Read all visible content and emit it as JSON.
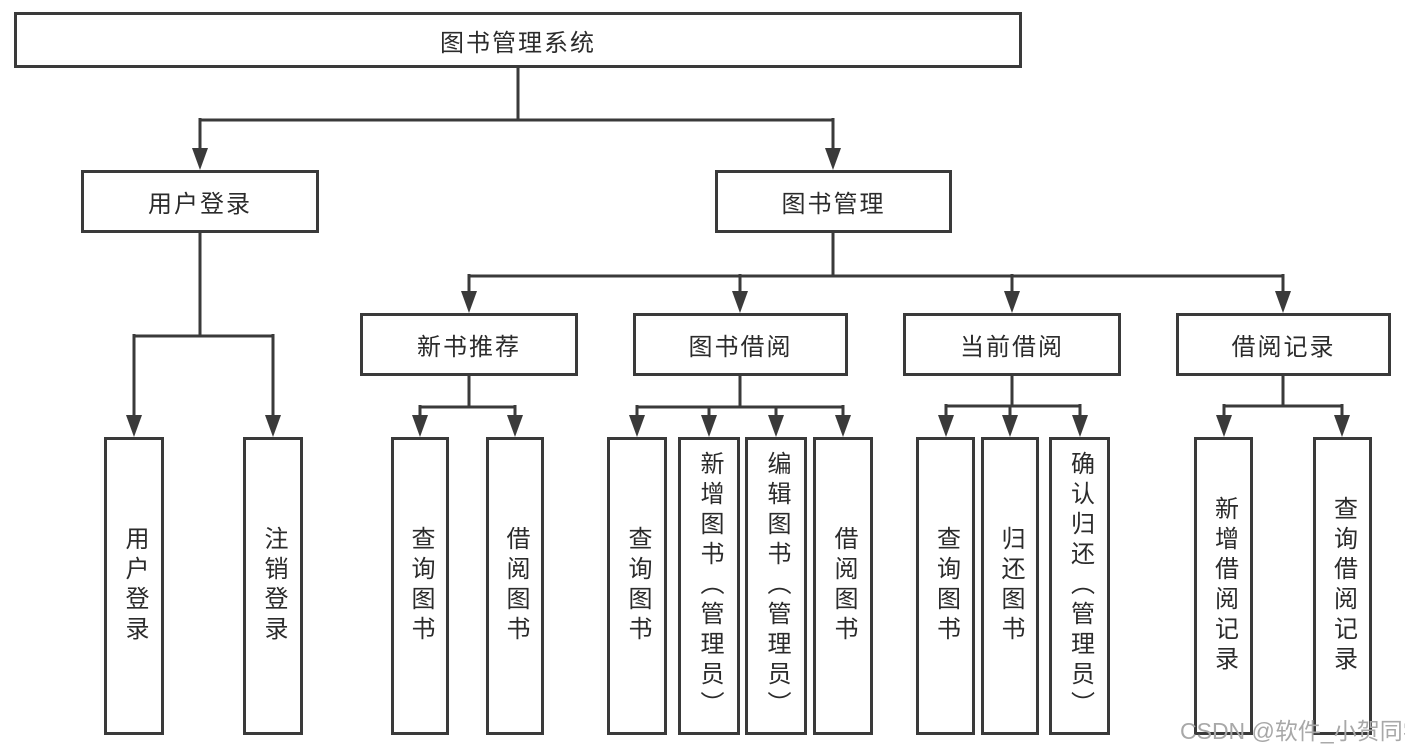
{
  "tree": {
    "root": "图书管理系统",
    "children": [
      {
        "label": "用户登录",
        "children": [
          "用户登录",
          "注销登录"
        ]
      },
      {
        "label": "图书管理",
        "children": [
          {
            "label": "新书推荐",
            "children": [
              "查询图书",
              "借阅图书"
            ]
          },
          {
            "label": "图书借阅",
            "children": [
              "查询图书",
              "新增图书（管理员）",
              "编辑图书（管理员）",
              "借阅图书"
            ]
          },
          {
            "label": "当前借阅",
            "children": [
              "查询图书",
              "归还图书",
              "确认归还（管理员）"
            ]
          },
          {
            "label": "借阅记录",
            "children": [
              "新增借阅记录",
              "查询借阅记录"
            ]
          }
        ]
      }
    ]
  },
  "watermark": {
    "text": "CSDN @软件_小贺同学"
  },
  "colors": {
    "line": "#3a3a3a",
    "box_border": "#3a3a3a",
    "box_fill": "#ffffff",
    "text": "#2b2b2b",
    "watermark": "#a8a8a8"
  }
}
